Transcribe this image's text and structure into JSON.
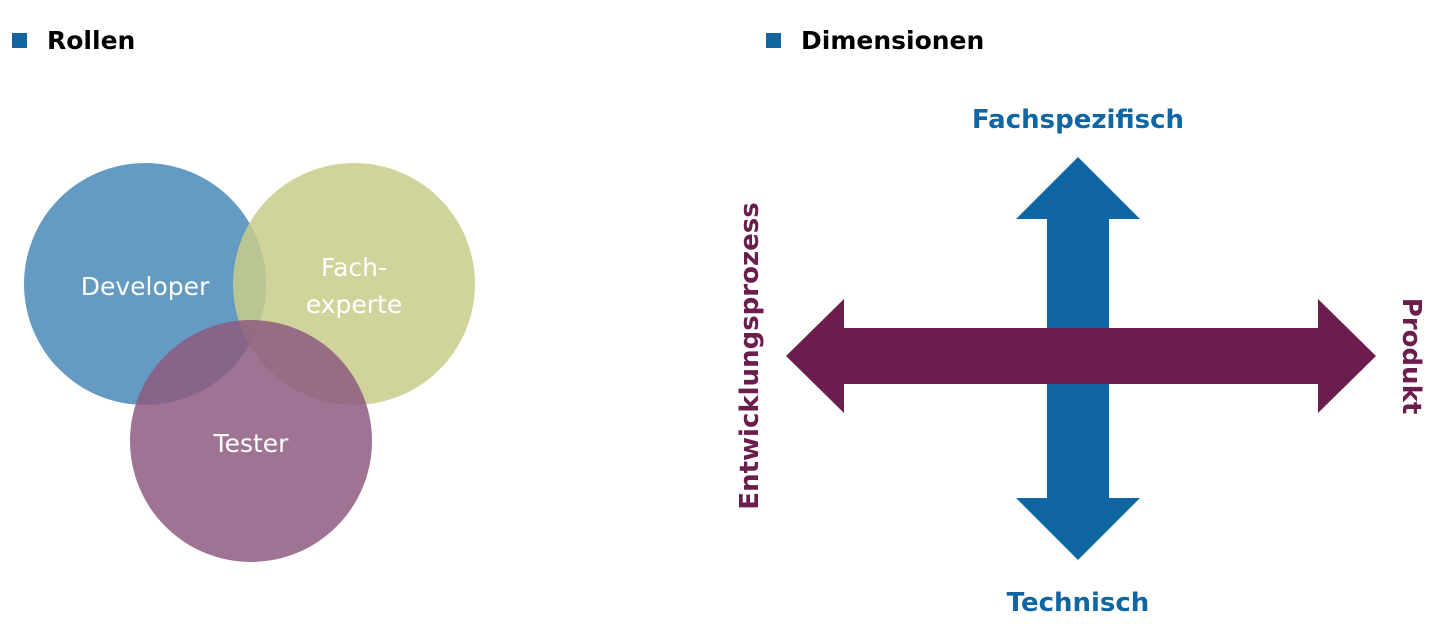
{
  "colors": {
    "bullet": "#1464a0",
    "developer": "#4a8ab9",
    "fachexperte": "#c8cc89",
    "tester": "#8d5a80",
    "vertical_arrow": "#0f66a3",
    "horizontal_arrow": "#6b1e4e"
  },
  "rollen": {
    "heading": "Rollen",
    "circles": {
      "developer": "Developer",
      "fachexperte_line1": "Fach-",
      "fachexperte_line2": "experte",
      "tester": "Tester"
    }
  },
  "dimensionen": {
    "heading": "Dimensionen",
    "top": "Fachspezifisch",
    "bottom": "Technisch",
    "left": "Entwicklungsprozess",
    "right": "Produkt"
  }
}
